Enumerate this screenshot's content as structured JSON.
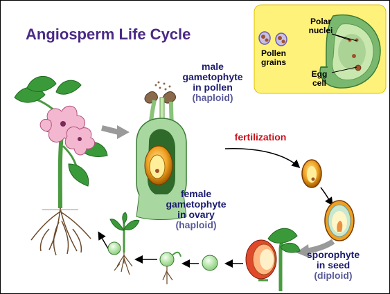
{
  "title": "Angiosperm Life Cycle",
  "labels": {
    "male_1": "male",
    "male_2": "gametophyte",
    "male_3": "in pollen",
    "male_4": "(haploid)",
    "fertilization": "fertilization",
    "female_1": "female",
    "female_2": "gametophyte",
    "female_3": "in ovary",
    "female_4": "(haploid)",
    "sporo_1": "sporophyte",
    "sporo_2": "in seed",
    "sporo_3": "(diploid)"
  },
  "inset": {
    "pollen_1": "Pollen",
    "pollen_2": "grains",
    "polar_1": "Polar",
    "polar_2": "nuclei",
    "egg_1": "Egg",
    "egg_2": "cell"
  },
  "colors": {
    "title": "#4a2a85",
    "haploid_label": "#1a1a6e",
    "ploidy_note": "#5a5a9a",
    "fertilization": "#c8101a",
    "inset_bg": "#fff27a",
    "leaf": "#3a9a3a",
    "ovary": "#a8d8a0",
    "seed": "#e8900a"
  },
  "icons": [
    "flowering-plant",
    "pistil-cross-section",
    "pollen-grain",
    "ovule",
    "seed",
    "germinating-seedling",
    "young-sporophyte",
    "arrow"
  ]
}
